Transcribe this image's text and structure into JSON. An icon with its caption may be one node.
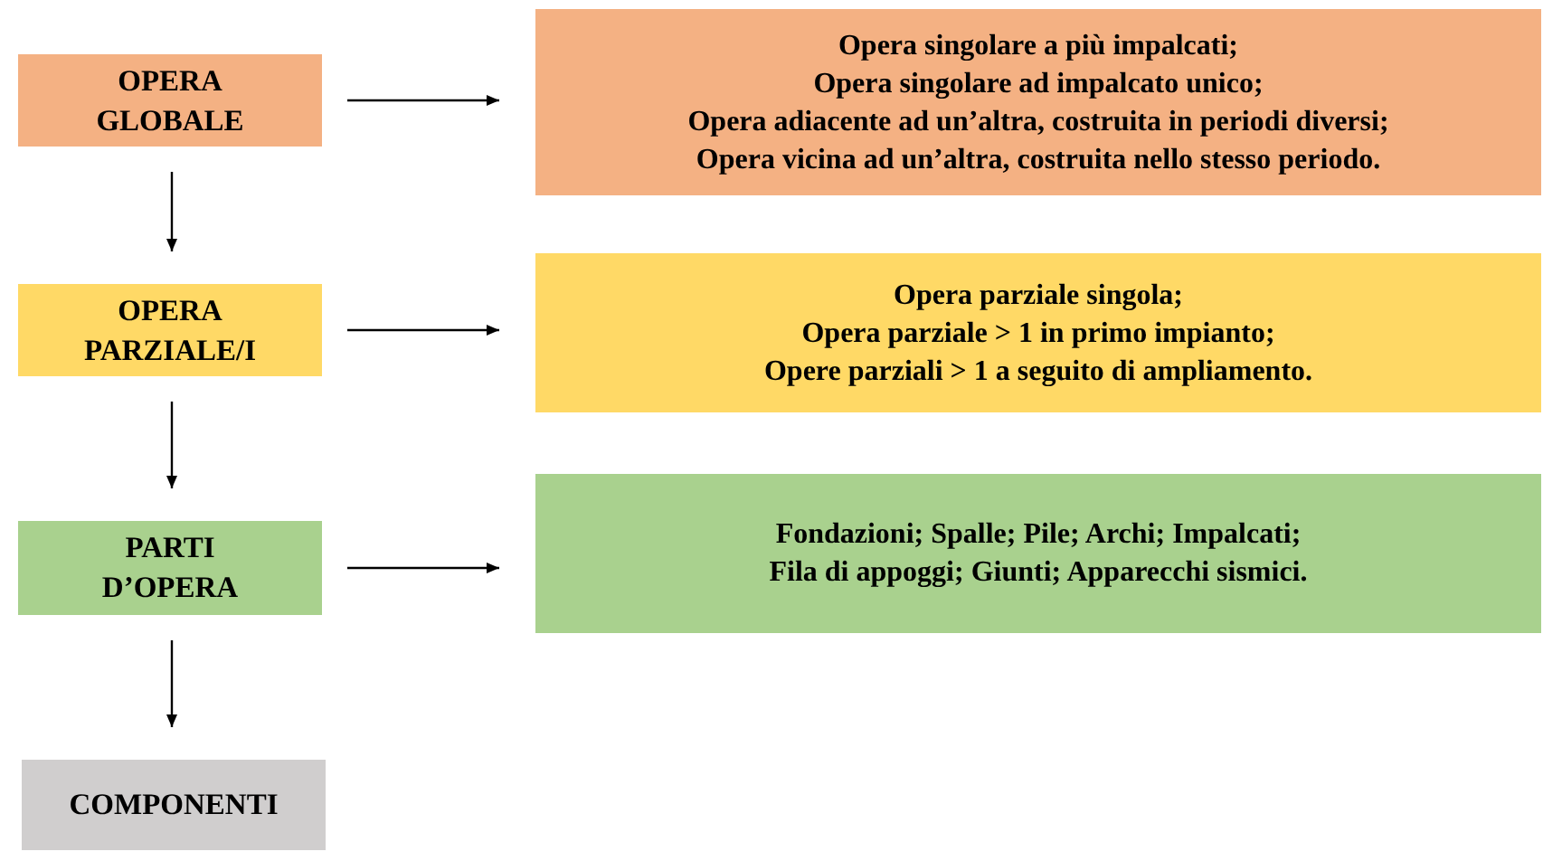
{
  "diagram": {
    "nodes": [
      {
        "text": [
          "OPERA GLOBALE"
        ]
      },
      {
        "text": [
          "Opera singolare a più impalcati;",
          "Opera singolare ad impalcato unico;",
          "Opera adiacente ad un’altra, costruita in periodi diversi;",
          "Opera vicina ad un’altra, costruita nello stesso periodo."
        ]
      },
      {
        "text": [
          "OPERA PARZIALE/I"
        ]
      },
      {
        "text": [
          "Opera parziale singola;",
          "Opera parziale > 1 in primo impianto;",
          "Opere parziali > 1 a seguito di ampliamento."
        ]
      },
      {
        "text": [
          "PARTI D’OPERA"
        ]
      },
      {
        "text": [
          "Fondazioni; Spalle; Pile; Archi; Impalcati;",
          "Fila di appoggi; Giunti; Apparecchi sismici."
        ]
      },
      {
        "text": [
          "COMPONENTI"
        ]
      }
    ],
    "edges": [
      {
        "from": 0,
        "to": 1,
        "arrow": "to"
      },
      {
        "from": 0,
        "to": 2,
        "arrow": "to"
      },
      {
        "from": 2,
        "to": 3,
        "arrow": "to"
      },
      {
        "from": 2,
        "to": 4,
        "arrow": "to"
      },
      {
        "from": 4,
        "to": 5,
        "arrow": "to"
      },
      {
        "from": 4,
        "to": 6,
        "arrow": "to"
      }
    ]
  }
}
